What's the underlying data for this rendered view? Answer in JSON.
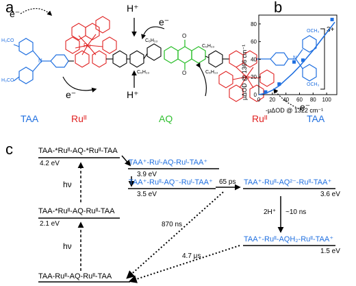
{
  "panels": {
    "a": "a",
    "b": "b",
    "c": "c"
  },
  "panel_a": {
    "e_top_left": "e⁻",
    "h_top": "H⁺",
    "e_top_right": "e⁻",
    "e_mid_left": "e⁻",
    "h_bottom": "H⁺",
    "e_bottom_right": "e⁻",
    "charge": "3+",
    "labels": [
      {
        "text": "TAA",
        "color": "#1f6fe0"
      },
      {
        "text": "Ruᴵᴵ",
        "color": "#e02020"
      },
      {
        "text": "AQ",
        "color": "#30c030"
      },
      {
        "text": "Ruᴵᴵ",
        "color": "#e02020"
      },
      {
        "text": "TAA",
        "color": "#1f6fe0"
      }
    ],
    "substituents": [
      "H₃CO",
      "H₃CO",
      "OCH₃",
      "OCH₃",
      "C₆H₁₃",
      "C₆H₁₃",
      "C₆H₁₃",
      "C₆H₁₃",
      "O",
      "O",
      "N",
      "N",
      "Ru",
      "Ru"
    ]
  },
  "chart_data": {
    "type": "scatter",
    "xlabel": "-μΔOD @ 1322 cm⁻¹",
    "ylabel": "μΔOD @ 1366 cm⁻¹",
    "xlim": [
      0,
      115
    ],
    "ylim": [
      0,
      90
    ],
    "xticks": [
      0,
      20,
      40,
      60,
      80,
      100
    ],
    "yticks": [
      0,
      20,
      40,
      60,
      80
    ],
    "points": [
      [
        10,
        3
      ],
      [
        30,
        12
      ],
      [
        52,
        37
      ],
      [
        65,
        39
      ],
      [
        108,
        85
      ]
    ],
    "fit": [
      [
        0,
        0
      ],
      [
        10,
        1.5
      ],
      [
        20,
        5
      ],
      [
        30,
        10
      ],
      [
        40,
        17
      ],
      [
        50,
        24
      ],
      [
        60,
        32
      ],
      [
        70,
        41
      ],
      [
        80,
        50
      ],
      [
        90,
        60
      ],
      [
        100,
        70
      ],
      [
        112,
        82
      ]
    ],
    "color": "#1f6fe0"
  },
  "panel_c": {
    "levels": {
      "l1": "TAA-*Ruᴵᴵ-AQ-*Ruᴵᴵ-TAA",
      "l1e": "4.2 eV",
      "l2": "TAA-*Ruᴵᴵ-AQ-Ruᴵᴵ-TAA",
      "l2e": "2.1 eV",
      "l3": "TAA-Ruᴵᴵ-AQ-Ruᴵᴵ-TAA",
      "l4": "TAA⁺-Ruᴵ-AQ-Ruᴵ-TAA⁺",
      "l4e": "3.9 eV",
      "l5": "TAA⁺-Ruᴵᴵ-AQ⁻-Ruᴵ-TAA⁺",
      "l5e": "3.5 eV",
      "l6": "TAA⁺-Ruᴵᴵ-AQ²⁻-Ruᴵᴵ-TAA⁺",
      "l6e": "3.6 eV",
      "l7": "TAA⁺-Ruᴵᴵ-AQH₂-Ruᴵᴵ-TAA⁺",
      "l7e": "1.5 eV"
    },
    "hv1": "hν",
    "hv2": "hν",
    "t65": "65 ps",
    "t870": "870 ns",
    "t47": "4.7 μs",
    "h2": "2H⁺",
    "t10": "~10 ns"
  }
}
